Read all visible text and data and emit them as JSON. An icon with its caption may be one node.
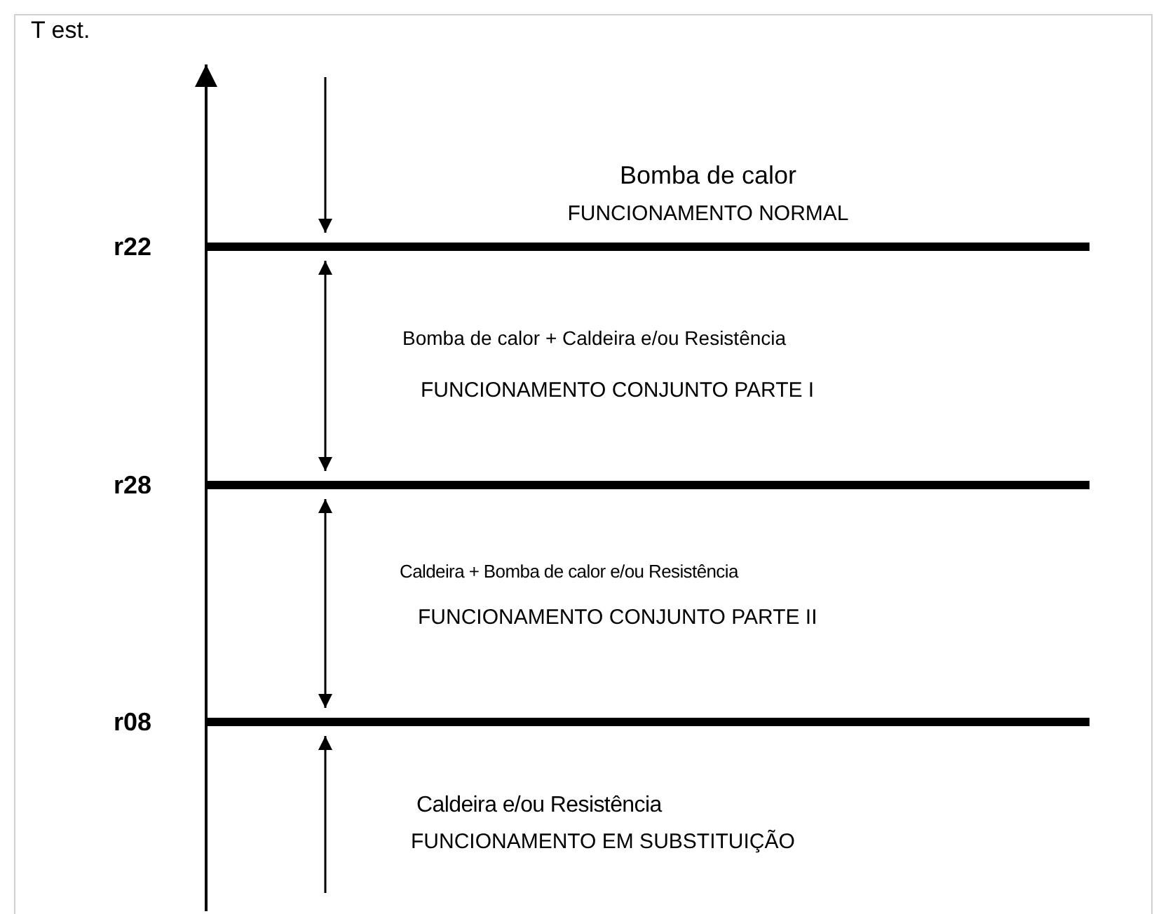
{
  "diagram": {
    "nodes": [
      {
        "text": [
          "r22"
        ]
      },
      {
        "text": [
          "r28"
        ]
      },
      {
        "text": [
          "r08"
        ]
      }
    ],
    "edges": [
      {
        "from": null,
        "to": 0,
        "arrow": "to"
      },
      {
        "from": 0,
        "to": 1,
        "arrow": "both"
      },
      {
        "from": 1,
        "to": 2,
        "arrow": "both"
      },
      {
        "from": null,
        "to": 2,
        "arrow": "to"
      }
    ],
    "labels": [
      "T est.",
      "Bomba de calor",
      "FUNCIONAMENTO NORMAL",
      "Bomba de calor + Caldeira e/ou Resistência",
      "FUNCIONAMENTO CONJUNTO PARTE I",
      "Caldeira + Bomba de calor e/ou Resistência",
      "FUNCIONAMENTO CONJUNTO PARTE II",
      "Caldeira e/ou Resistência",
      "FUNCIONAMENTO EM SUBSTITUIÇÃO"
    ]
  }
}
